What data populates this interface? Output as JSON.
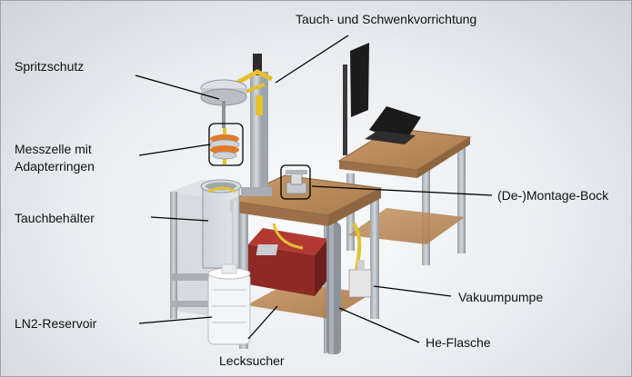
{
  "labels": {
    "spritzschutz": "Spritzschutz",
    "tauch_schwenk": "Tauch- und Schwenkvorrichtung",
    "messzelle_line1": "Messzelle mit",
    "messzelle_line2": "Adapterringen",
    "montage_bock": "(De-)Montage-Bock",
    "tauchbehaelter": "Tauchbehälter",
    "vakuumpumpe": "Vakuumpumpe",
    "ln2_reservoir": "LN2-Reservoir",
    "he_flasche": "He-Flasche",
    "lecksucher": "Lecksucher"
  },
  "colors": {
    "wood": "#b8895a",
    "aluminium": "#b7bcc2",
    "yellow_hose": "#e2c232",
    "pump_red": "#8e2a25",
    "callout_stroke": "#000000"
  }
}
